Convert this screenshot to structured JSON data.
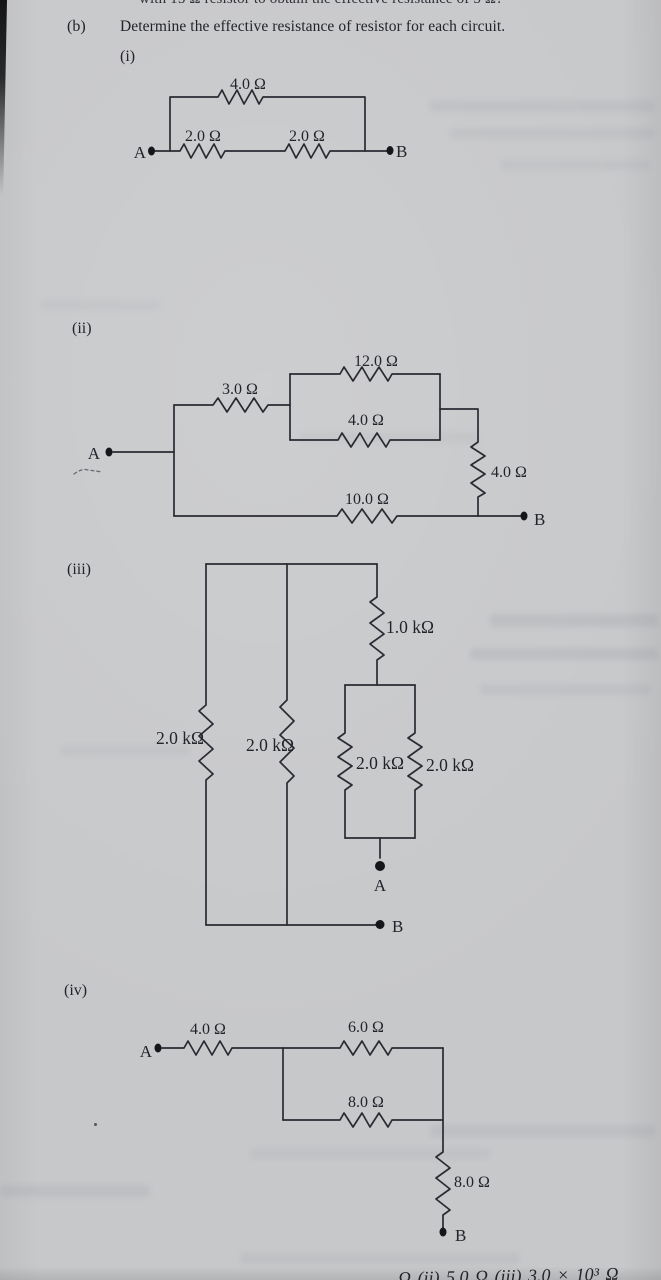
{
  "document": {
    "top_partial_line": "with 15 Ω resistor to obtain the effective resistance of 5 Ω?",
    "question": {
      "label": "(b)",
      "text": "Determine the effective resistance of resistor for each circuit."
    },
    "bottom_partial_line": "Ω (ii) 5.0 Ω (iii) 3.0 × 10³ Ω"
  },
  "circuits": {
    "i": {
      "label": "(i)",
      "terminals": {
        "a": "A",
        "b": "B"
      },
      "resistors": {
        "top_branch": "4.0 Ω",
        "bottom_left": "2.0 Ω",
        "bottom_right": "2.0 Ω"
      }
    },
    "ii": {
      "label": "(ii)",
      "terminals": {
        "a": "A",
        "b": "B"
      },
      "resistors": {
        "series_input": "3.0 Ω",
        "parallel_top": "12.0 Ω",
        "parallel_bottom": "4.0 Ω",
        "right_vertical": "4.0 Ω",
        "bottom_branch": "10.0 Ω"
      }
    },
    "iii": {
      "label": "(iii)",
      "terminals": {
        "a": "A",
        "b": "B"
      },
      "resistors": {
        "left_branch": "2.0 kΩ",
        "middle_branch": "2.0 kΩ",
        "right_top": "1.0 kΩ",
        "box_left": "2.0 kΩ",
        "box_right": "2.0 kΩ"
      }
    },
    "iv": {
      "label": "(iv)",
      "terminals": {
        "a": "A",
        "b": "B"
      },
      "resistors": {
        "series_input": "4.0 Ω",
        "parallel_top": "6.0 Ω",
        "parallel_bottom": "8.0 Ω",
        "bottom_vertical": "8.0 Ω"
      }
    }
  },
  "colors": {
    "paper": "#c7c8ca",
    "ink": "#23232c"
  }
}
